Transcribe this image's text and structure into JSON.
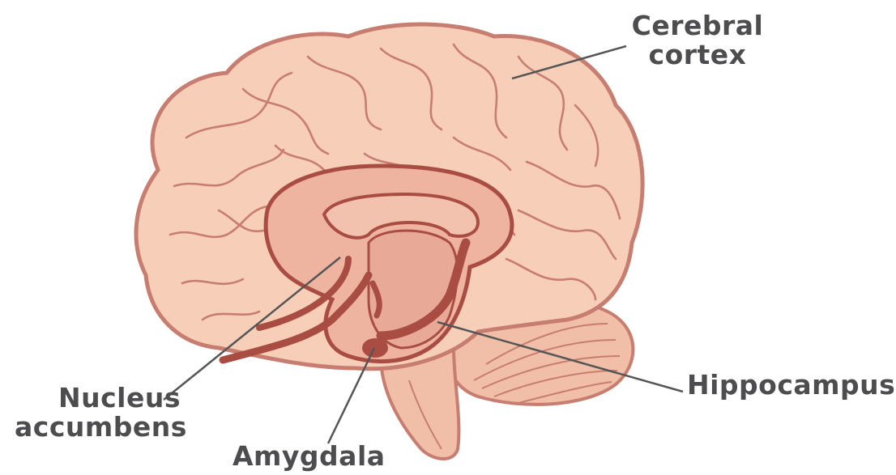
{
  "labels": {
    "cerebral_cortex_line1": "Cerebral",
    "cerebral_cortex_line2": "cortex",
    "hippocampus": "Hippocampus",
    "nucleus_accumbens_line1": "Nucleus",
    "nucleus_accumbens_line2": "accumbens",
    "amygdala": "Amygdala"
  },
  "colors": {
    "cortex_fill": "#f6cdb7",
    "cortex_outline": "#c77d6f",
    "inner_fill": "#e8a997",
    "inner_dark": "#a94d43",
    "label_text": "#4d4d4f",
    "leader_line": "#555555"
  }
}
